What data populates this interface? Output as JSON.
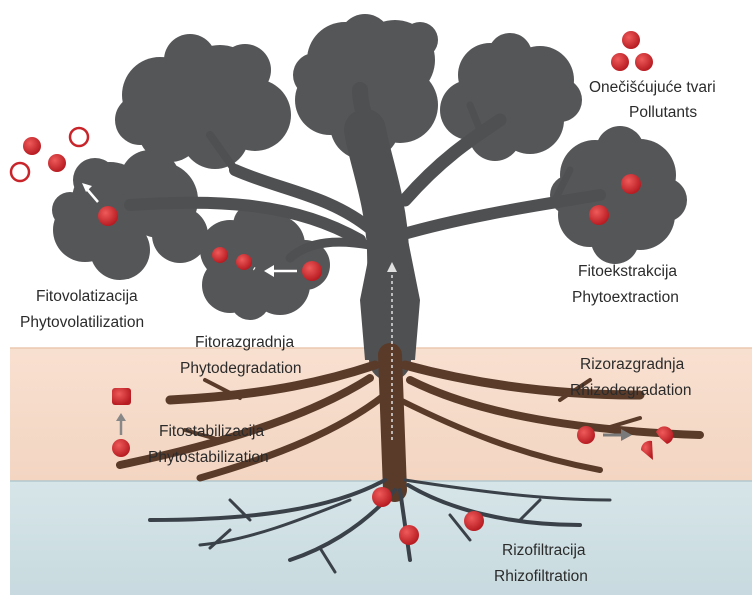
{
  "labels": {
    "pollutants_hr": "Onečišćujuće tvari",
    "pollutants_en": "Pollutants",
    "phytovolatilization_hr": "Fitovolatizacija",
    "phytovolatilization_en": "Phytovolatilization",
    "phytodegradation_hr": "Fitorazgradnja",
    "phytodegradation_en": "Phytodegradation",
    "phytoextraction_hr": "Fitoekstrakcija",
    "phytoextraction_en": "Phytoextraction",
    "rhizodegradation_hr": "Rizorazgradnja",
    "rhizodegradation_en": "Rhizodegradation",
    "phytostabilization_hr": "Fitostabilizacija",
    "phytostabilization_en": "Phytostabilization",
    "rhizofiltration_hr": "Rizofiltracija",
    "rhizofiltration_en": "Rhizofiltration"
  },
  "colors": {
    "soil": "#f6dccc",
    "water": "#d2e2e6",
    "trunk": "#4f5052",
    "roots": "#5a3b2a",
    "water_roots": "#3a4148",
    "canopy": "#555658",
    "pollutant": "#c8242a",
    "arrow": "#7a7a7a"
  }
}
